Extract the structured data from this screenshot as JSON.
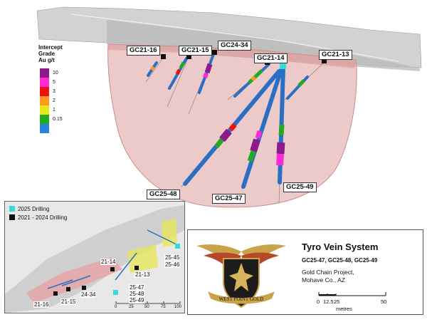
{
  "legend": {
    "title_line1": "Intercept",
    "title_line2": "Grade",
    "title_line3": "Au g/t",
    "grades": [
      {
        "label": "10",
        "color": "#8b1a8b"
      },
      {
        "label": "5",
        "color": "#ff2ad4"
      },
      {
        "label": "3",
        "color": "#ee1111"
      },
      {
        "label": "2",
        "color": "#ff9a1a"
      },
      {
        "label": "1",
        "color": "#e6e61a"
      },
      {
        "label": "0.15",
        "color": "#22aa22"
      },
      {
        "label": "",
        "color": "#2a82e0"
      }
    ]
  },
  "hole_labels": {
    "gc21_16": "GC21-16",
    "gc21_15": "GC21-15",
    "gc24_34": "GC24-34",
    "gc21_14": "GC21-14",
    "gc21_13": "GC21-13",
    "gc25_48": "GC25-48",
    "gc25_47": "GC25-47",
    "gc25_49": "GC25-49"
  },
  "inset": {
    "legend_2025": "2025 Drilling",
    "legend_2021": "2021 - 2024 Drilling",
    "color_2025": "#33dddd",
    "color_2021": "#111111",
    "labels": {
      "l_25_45": "25-45",
      "l_25_46": "25-46",
      "l_21_14": "21-14",
      "l_21_13": "21-13",
      "l_24_34": "24-34",
      "l_21_16": "21-16",
      "l_21_15": "21-15",
      "l_25_47": "25-47",
      "l_25_48": "25-48",
      "l_25_49": "25-49"
    },
    "scale": [
      "0",
      "25",
      "50",
      "75",
      "100"
    ]
  },
  "titleblock": {
    "title": "Tyro Vein System",
    "holes": "GC25-47, GC25-48, GC25-49",
    "project_line1": "Gold Chain Project,",
    "project_line2": "Mohave Co., AZ",
    "logo_text": "WEST POINT GOLD",
    "scale": [
      "0",
      "12.5",
      "25",
      "50"
    ],
    "scale_unit": "metres"
  },
  "colors": {
    "vein_fill": "#e6b6b6",
    "vein_edge": "#c88c8c",
    "terrain": "#c9c9c9",
    "hole_blue": "#2a6fc4"
  }
}
